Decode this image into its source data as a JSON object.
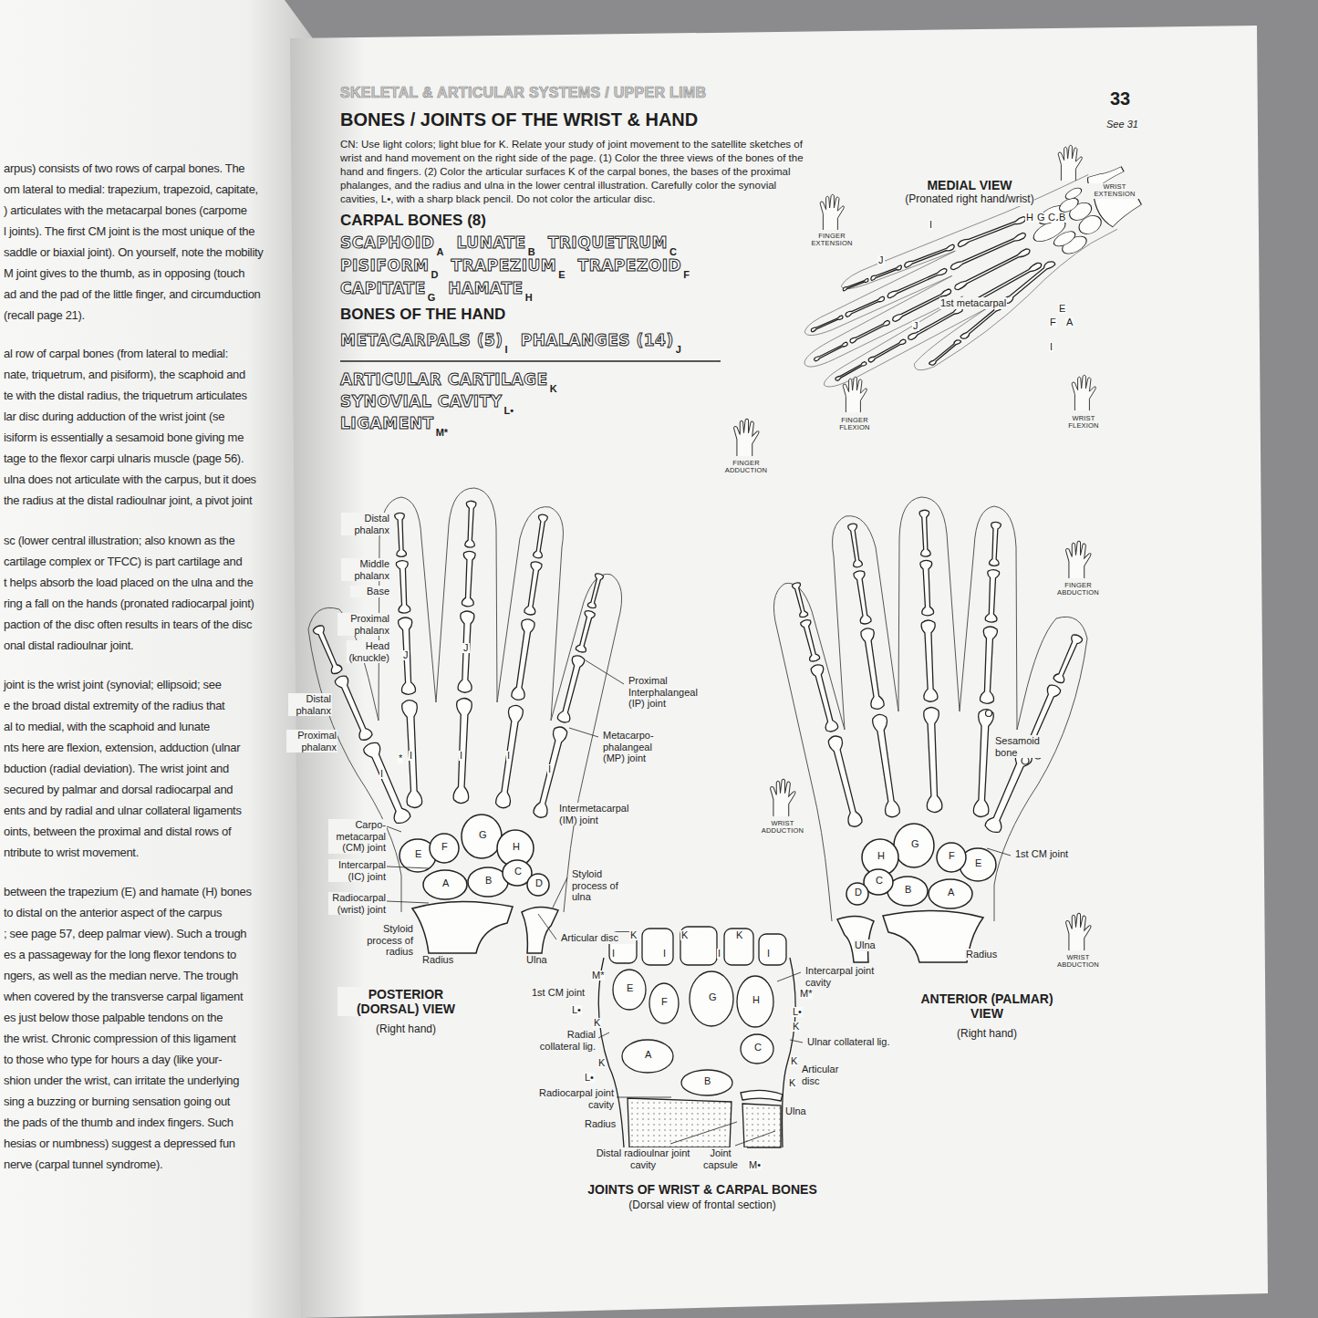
{
  "diagram": {
    "title": "BONES / JOINTS OF THE WRIST & HAND",
    "labels": [
      "arpus) consists of two rows of carpal bones. The",
      "om lateral to medial: trapezium, trapezoid, capitate,",
      ") articulates with the metacarpal bones (carpome",
      "l joints). The first CM joint is the most unique of the",
      "saddle or biaxial joint). On yourself, note the mobility",
      "M joint gives to the thumb, as in opposing (touch",
      "ad and the pad of the little finger, and circumduction",
      "(recall page 21).",
      "al row of carpal bones (from lateral to medial:",
      "nate, triquetrum, and pisiform), the scaphoid and",
      "te with the distal radius, the triquetrum articulates",
      "lar disc during adduction of the wrist joint (se",
      "isiform is essentially a sesamoid bone giving me",
      "tage to the flexor carpi ulnaris muscle (page 56).",
      "ulna does not articulate with the carpus, but it does",
      "the radius at the distal radioulnar joint, a pivot joint",
      "sc (lower central illustration; also known as the",
      "cartilage complex or TFCC) is part cartilage and",
      "t helps absorb the load placed on the ulna and the",
      "ring a fall on the hands (pronated radiocarpal joint)",
      "paction of the disc often results in tears of the disc",
      "onal distal radioulnar joint.",
      "joint is the wrist joint (synovial; ellipsoid; see",
      "e the broad distal extremity of the radius that",
      "al to medial, with the scaphoid and lunate",
      "nts here are flexion, extension, adduction (ulnar",
      "bduction (radial deviation). The wrist joint and",
      "secured by palmar and dorsal radiocarpal and",
      "ents and by radial and ulnar collateral ligaments",
      "oints, between the proximal and distal rows of",
      "ntribute to wrist movement.",
      "between the trapezium (E) and hamate (H) bones",
      "to distal on the anterior aspect of the carpus",
      "; see page 57, deep palmar view). Such a trough",
      "es a passageway for the long flexor tendons to",
      "ngers, as well as the median nerve. The trough",
      "when covered by the transverse carpal ligament",
      "es just below those palpable tendons on the",
      "the wrist. Chronic compression of this ligament",
      "to those who type for hours a day (like your-",
      "shion under the wrist, can irritate the underlying",
      "sing a buzzing or burning sensation going out",
      "the pads of the thumb and index fingers. Such",
      "hesias or numbness) suggest a depressed fun",
      "nerve (carpal tunnel syndrome).",
      "SKELETAL & ARTICULAR SYSTEMS / UPPER LIMB",
      "33",
      "See 31",
      "CN: Use light colors; light blue for K. Relate your study of joint movement to the satellite sketches of wrist and hand movement on the right side of the page. (1) Color the three views of the bones of the hand and fingers. (2) Color the articular surfaces K of the carpal bones, the bases of the proximal phalanges, and the radius and ulna in the lower central illustration. Carefully color the synovial cavities, L•, with a sharp black pencil. Do not color the articular disc.",
      "CARPAL BONES (8)",
      "SCAPHOID",
      "A",
      "LUNATE",
      "B",
      "TRIQUETRUM",
      "C",
      "PISIFORM",
      "D",
      "TRAPEZIUM",
      "E",
      "TRAPEZOID",
      "F",
      "CAPITATE",
      "G",
      "HAMATE",
      "H",
      "BONES OF THE HAND",
      "METACARPALS (5)",
      "I",
      "PHALANGES (14)",
      "J",
      "ARTICULAR CARTILAGE",
      "K",
      "SYNOVIAL CAVITY",
      "L•",
      "LIGAMENT",
      "M*",
      "MEDIAL VIEW",
      "(Pronated right hand/wrist)",
      "WRIST EXTENSION",
      "FINGER EXTENSION",
      "H",
      "G",
      "C",
      "B",
      "I",
      "J",
      "1st metacarpal",
      "E",
      "F",
      "A",
      "I",
      "J",
      "FINGER FLEXION",
      "WRIST FLEXION",
      "Distal phalanx",
      "Middle phalanx",
      "Base",
      "Proximal phalanx",
      "Head (knuckle)",
      "Distal phalanx",
      "Proximal phalanx",
      "I",
      "*",
      "J",
      "J",
      "I",
      "I",
      "I",
      "I",
      "Proximal Interphalangeal (IP) joint",
      "Metacarpo-phalangeal (MP) joint",
      "Intermetacarpal (IM) joint",
      "Carpo-metacarpal (CM) joint",
      "Intercarpal (IC) joint",
      "Radiocarpal (wrist) joint",
      "Styloid process of ulna",
      "Styloid process of radius",
      "Articular disc",
      "Radius",
      "Ulna",
      "E",
      "F",
      "G",
      "H",
      "A",
      "B",
      "C",
      "D",
      "POSTERIOR (DORSAL) VIEW",
      "(Right hand)",
      "FINGER ADDUCTION",
      "FINGER ABDUCTION",
      "WRIST ADDUCTION",
      "WRIST ABDUCTION",
      "Sesamoid bone",
      "1st CM joint",
      "Ulna",
      "Radius",
      "H",
      "G",
      "F",
      "E",
      "D",
      "C",
      "B",
      "A",
      "ANTERIOR (PALMAR) VIEW",
      "(Right hand)",
      "M*",
      "1st CM joint",
      "L•",
      "K",
      "Radial collateral lig.",
      "K",
      "L•",
      "Radiocarpal joint cavity",
      "Radius",
      "Distal radioulnar joint cavity",
      "Joint capsule",
      "M•",
      "Intercarpal joint cavity",
      "M*",
      "L•",
      "K",
      "Ulnar collateral lig.",
      "K",
      "Articular disc",
      "K",
      "Ulna",
      "I",
      "K",
      "I",
      "K",
      "I",
      "K",
      "I",
      "E",
      "F",
      "G",
      "H",
      "A",
      "B",
      "C",
      "JOINTS OF WRIST & CARPAL BONES",
      "(Dorsal view of frontal section)"
    ]
  }
}
